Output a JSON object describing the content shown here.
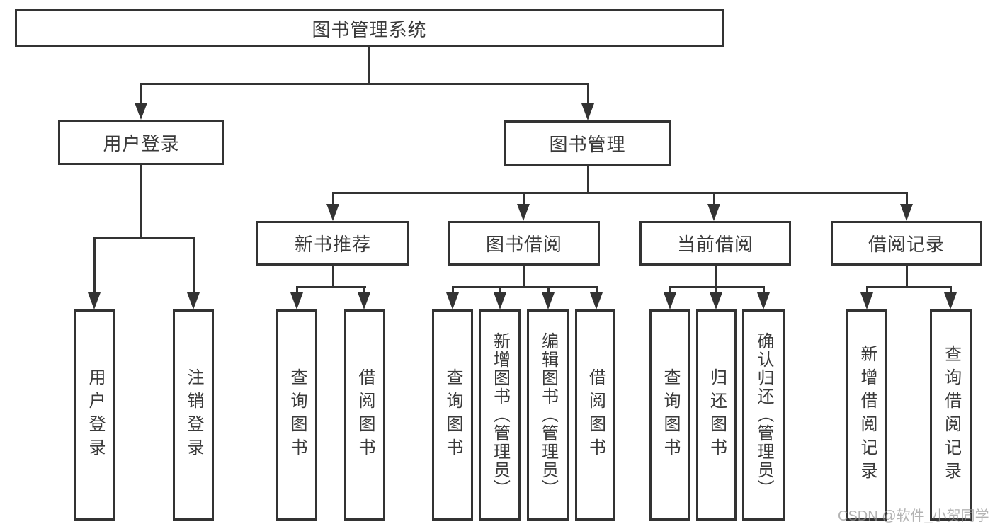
{
  "diagram": {
    "type": "hierarchy-org-chart",
    "tree": {
      "label": "图书管理系统",
      "children": [
        {
          "label": "用户登录",
          "children": [
            {
              "label": "用户登录"
            },
            {
              "label": "注销登录"
            }
          ]
        },
        {
          "label": "图书管理",
          "children": [
            {
              "label": "新书推荐",
              "children": [
                {
                  "label": "查询图书"
                },
                {
                  "label": "借阅图书"
                }
              ]
            },
            {
              "label": "图书借阅",
              "children": [
                {
                  "label": "查询图书"
                },
                {
                  "label": "新增图书（管理员）"
                },
                {
                  "label": "编辑图书（管理员）"
                },
                {
                  "label": "借阅图书"
                }
              ]
            },
            {
              "label": "当前借阅",
              "children": [
                {
                  "label": "查询图书"
                },
                {
                  "label": "归还图书"
                },
                {
                  "label": "确认归还（管理员）"
                }
              ]
            },
            {
              "label": "借阅记录",
              "children": [
                {
                  "label": "新增借阅记录"
                },
                {
                  "label": "查询借阅记录"
                }
              ]
            }
          ]
        }
      ]
    },
    "colors": {
      "line": "#333333",
      "box_border": "#333333",
      "box_fill": "#ffffff",
      "text": "#3a3a3a",
      "watermark": "#969696",
      "background": "#ffffff"
    }
  },
  "watermark": {
    "text": "CSDN @软件_小贺同学"
  }
}
